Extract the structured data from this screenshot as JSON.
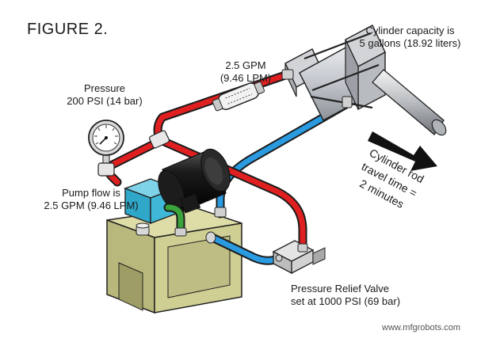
{
  "title": "FIGURE 2.",
  "labels": {
    "flow": [
      "2.5 GPM",
      "(9.46 LPM)"
    ],
    "pressure": [
      "Pressure",
      "200 PSI (14 bar)"
    ],
    "capacity": [
      "Cylinder capacity is",
      "5 gallons (18.92 liters)"
    ],
    "pump": [
      "Pump flow is",
      "2.5 GPM (9.46 LPM)"
    ],
    "relief": [
      "Pressure Relief Valve",
      "set at 1000 PSI (69 bar)"
    ],
    "travel": [
      "Cylinder rod",
      "travel time =",
      "2 minutes"
    ]
  },
  "watermark": "www.mfgrobots.com",
  "colors": {
    "pressure_line": "#e02020",
    "return_line": "#2a9be0",
    "pump_body": "#3fb7d6",
    "motor": "#1a1a1a",
    "reservoir": "#c9c88e",
    "cylinder": "#c9ccd1",
    "suction_line": "#3aa33a"
  }
}
